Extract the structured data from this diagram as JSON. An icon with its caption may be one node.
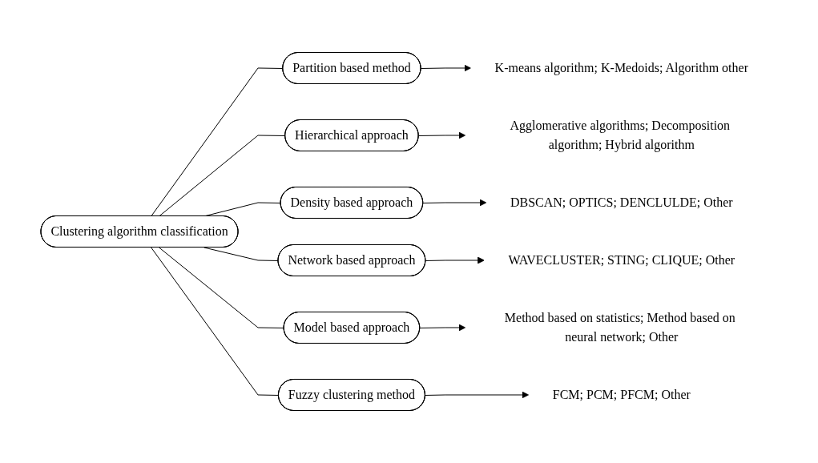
{
  "diagram": {
    "nodes": [
      {
        "text": [
          "Clustering algorithm classification"
        ]
      },
      {
        "text": [
          "Partition based method"
        ]
      },
      {
        "text": [
          "Hierarchical approach"
        ]
      },
      {
        "text": [
          "Density based approach"
        ]
      },
      {
        "text": [
          "Network based approach"
        ]
      },
      {
        "text": [
          "Model based approach"
        ]
      },
      {
        "text": [
          "Fuzzy clustering method"
        ]
      },
      {
        "text": [
          "K-means algorithm; K-Medoids; Algorithm other"
        ]
      },
      {
        "text": [
          "Agglomerative algorithms; Decomposition algorithm; Hybrid algorithm"
        ]
      },
      {
        "text": [
          "DBSCAN; OPTICS; DENCLULDE; Other"
        ]
      },
      {
        "text": [
          "WAVECLUSTER; STING; CLIQUE; Other"
        ]
      },
      {
        "text": [
          "Method based on statistics; Method based on neural network; Other"
        ]
      },
      {
        "text": [
          "FCM; PCM; PFCM; Other"
        ]
      }
    ],
    "edges": [
      {
        "from": 0,
        "to": 1,
        "arrow": "none"
      },
      {
        "from": 0,
        "to": 2,
        "arrow": "none"
      },
      {
        "from": 0,
        "to": 3,
        "arrow": "none"
      },
      {
        "from": 0,
        "to": 4,
        "arrow": "none"
      },
      {
        "from": 0,
        "to": 5,
        "arrow": "none"
      },
      {
        "from": 0,
        "to": 6,
        "arrow": "none"
      },
      {
        "from": 1,
        "to": 7,
        "arrow": "to"
      },
      {
        "from": 2,
        "to": 8,
        "arrow": "to"
      },
      {
        "from": 3,
        "to": 9,
        "arrow": "to"
      },
      {
        "from": 4,
        "to": 10,
        "arrow": "to"
      },
      {
        "from": 5,
        "to": 11,
        "arrow": "to"
      },
      {
        "from": 6,
        "to": 12,
        "arrow": "to"
      }
    ]
  }
}
